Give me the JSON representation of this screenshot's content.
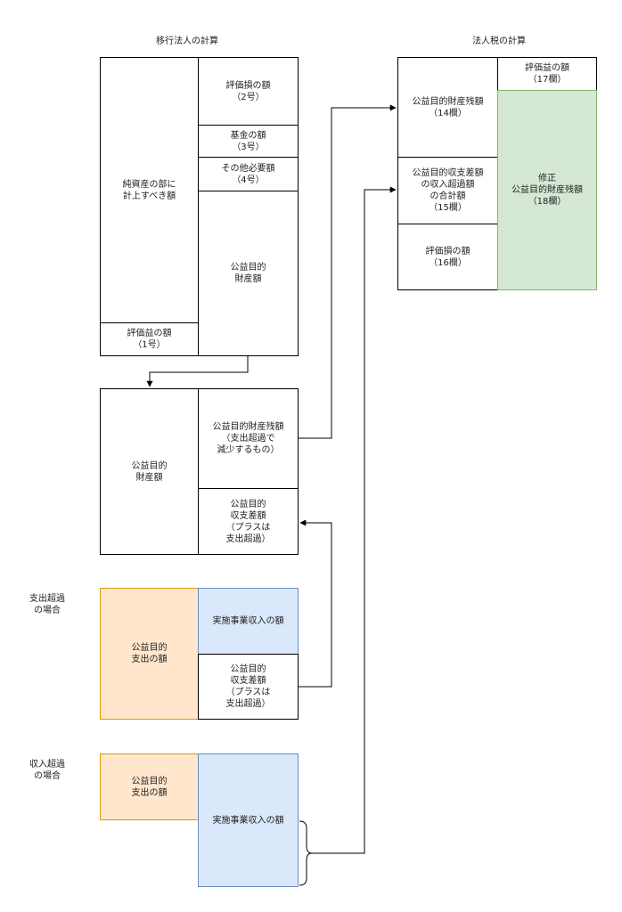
{
  "titles": {
    "left": "移行法人の計算",
    "right": "法人税の計算"
  },
  "block1": {
    "net_assets": "純資産の部に\n計上すべき額",
    "valuation_gain": "評価益の額\n（1号）",
    "valuation_loss": "評価損の額\n（2号）",
    "fund": "基金の額\n（3号）",
    "other_required": "その他必要額\n（4号）",
    "public_property": "公益目的\n財産額"
  },
  "block2": {
    "public_property": "公益目的\n財産額",
    "remaining": "公益目的財産残額\n（支出超過で\n減少するもの）",
    "balance": "公益目的\n収支差額\n（プラスは\n支出超過）"
  },
  "case_expense": {
    "label": "支出超過\nの場合",
    "expense": "公益目的\n支出の額",
    "income": "実施事業収入の額",
    "balance": "公益目的\n収支差額\n（プラスは\n支出超過）"
  },
  "case_income": {
    "label": "収入超過\nの場合",
    "expense": "公益目的\n支出の額",
    "income": "実施事業収入の額"
  },
  "tax": {
    "remaining": "公益目的財産残額\n（14欄）",
    "excess_total": "公益目的収支差額\nの収入超過額\nの合計額\n（15欄）",
    "valuation_loss": "評価損の額\n（16欄）",
    "valuation_gain": "評価益の額\n（17欄）",
    "revised": "修正\n公益目的財産残額\n（18欄）"
  }
}
